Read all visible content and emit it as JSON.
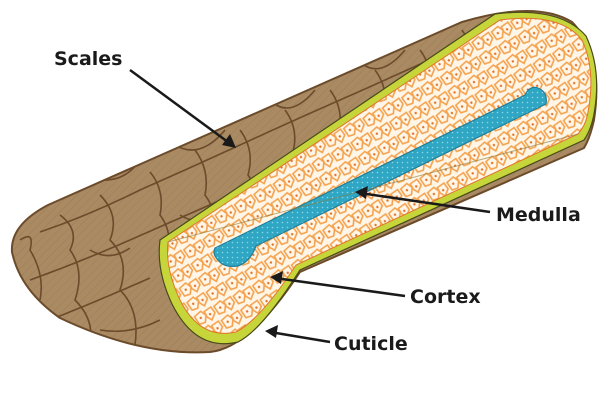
{
  "labels": {
    "scales": "Scales",
    "medulla": "Medulla",
    "cortex": "Cortex",
    "cuticle": "Cuticle"
  },
  "colors": {
    "scales_fill": "#a98a63",
    "scales_line": "#6b4b2a",
    "cuticle": "#c6d63a",
    "cortex_cells": "#f4a24e",
    "cortex_bg": "#fff6e8",
    "medulla": "#2fa7c4",
    "leader_line": "#1a1a1a"
  }
}
